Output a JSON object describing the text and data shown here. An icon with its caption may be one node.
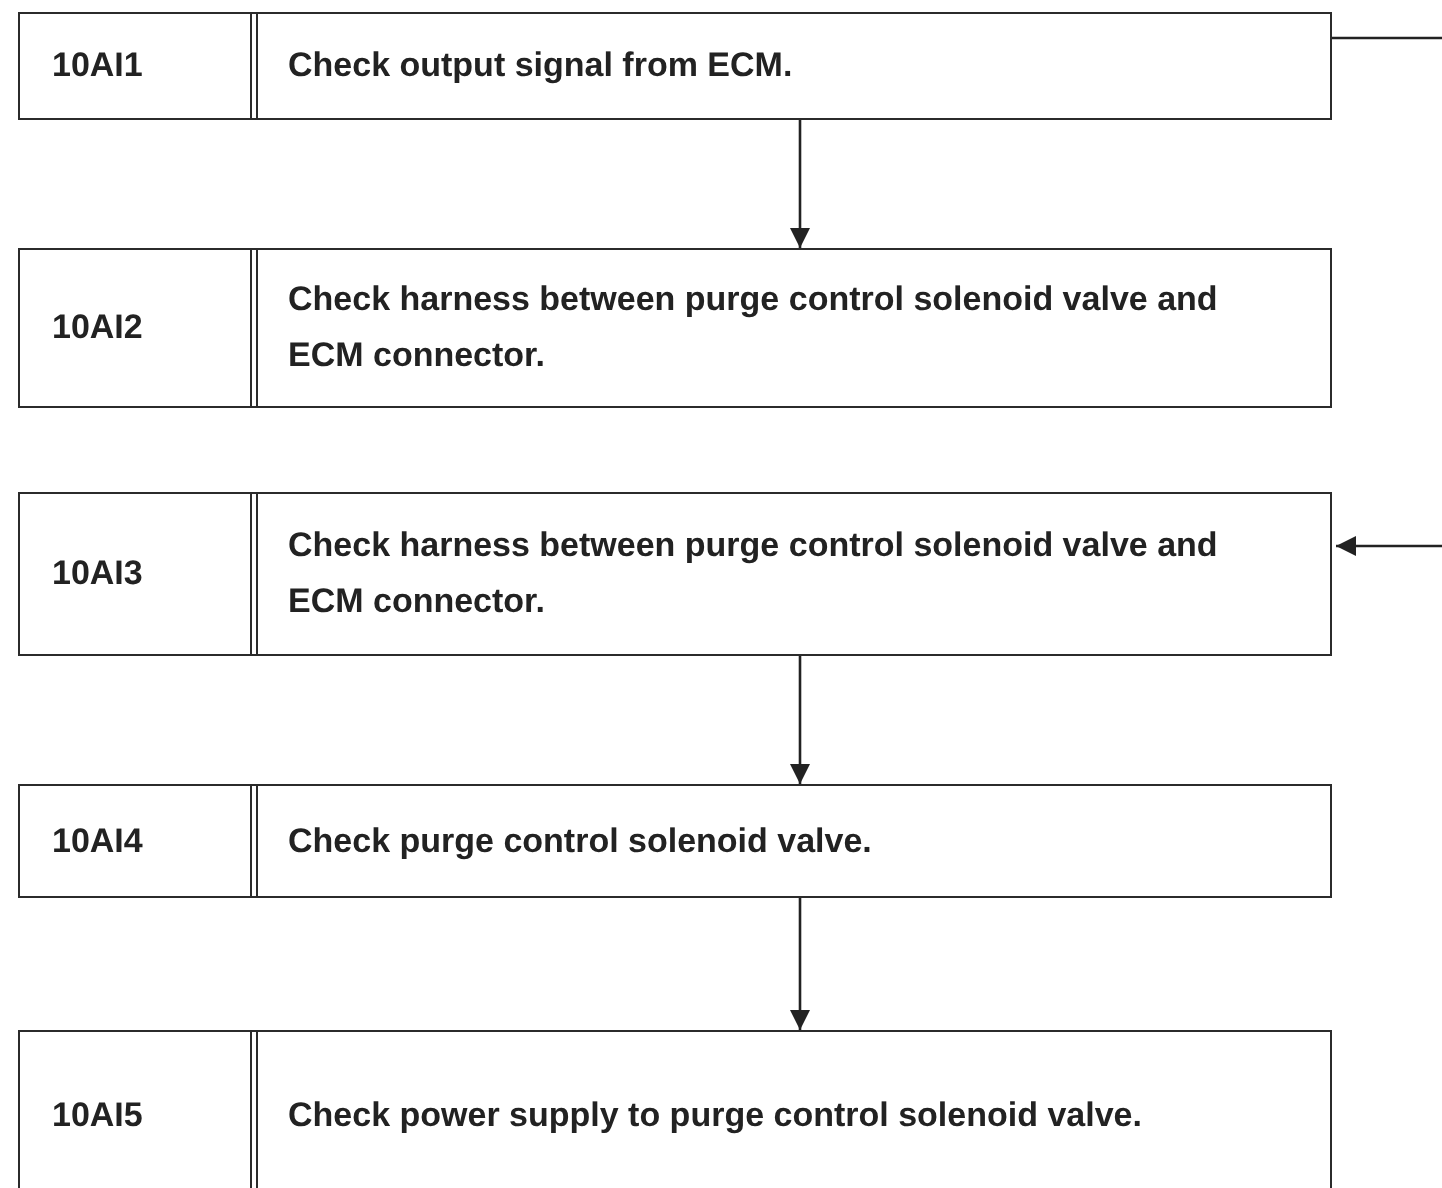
{
  "diagram": {
    "nodes": [
      {
        "text": [
          "10AI1",
          "Check output signal from ECM."
        ]
      },
      {
        "text": [
          "10AI2",
          "Check harness between purge control solenoid valve and ECM connector."
        ]
      },
      {
        "text": [
          "10AI3",
          "Check harness between purge control solenoid valve and ECM connector."
        ]
      },
      {
        "text": [
          "10AI4",
          "Check purge control solenoid valve."
        ]
      },
      {
        "text": [
          "10AI5",
          "Check power supply to purge control solenoid valve."
        ]
      }
    ],
    "edges": [
      {
        "from": 0,
        "to": null,
        "arrow": "none"
      },
      {
        "from": 0,
        "to": 1,
        "arrow": "to"
      },
      {
        "from": null,
        "to": 2,
        "arrow": "to"
      },
      {
        "from": 2,
        "to": 3,
        "arrow": "to"
      },
      {
        "from": 3,
        "to": 4,
        "arrow": "to"
      }
    ]
  }
}
